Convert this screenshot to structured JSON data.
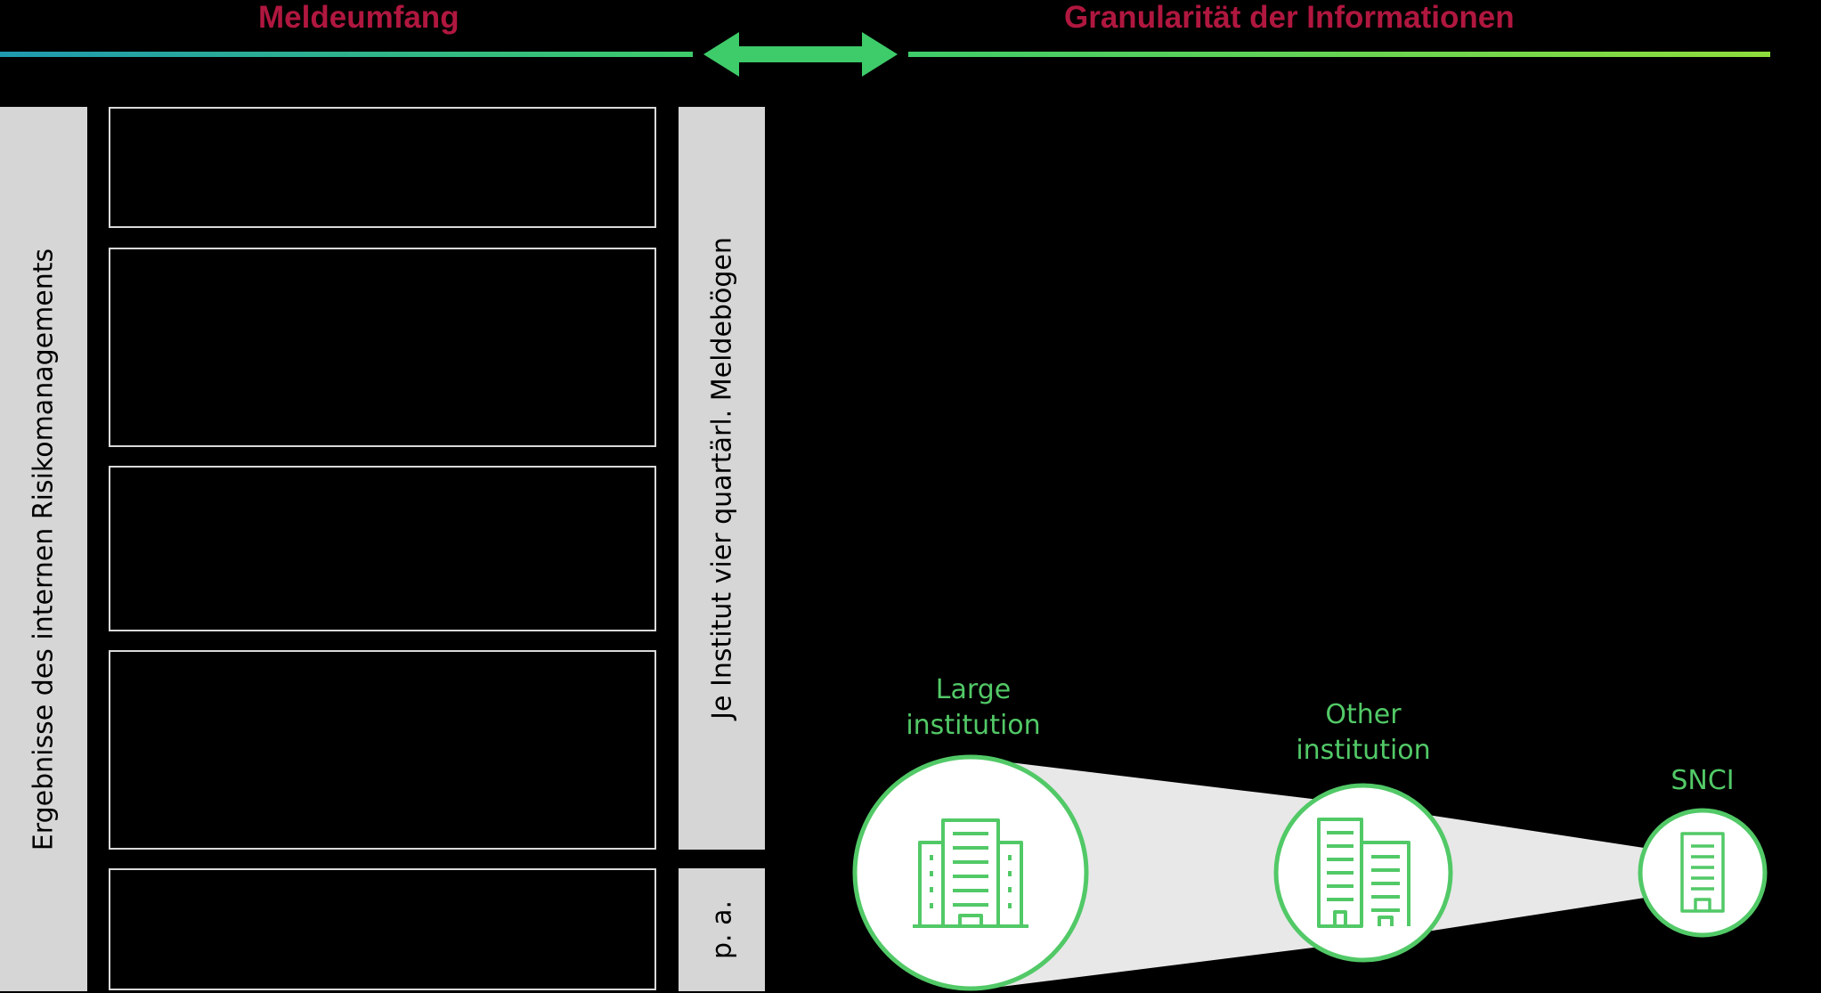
{
  "headings": {
    "left": "Meldeumfang",
    "right": "Granularität der Informationen"
  },
  "left_bar": {
    "label": "Ergebnisse des internen Risikomanagements"
  },
  "right_bar_top": {
    "label": "Je Institut vier quartärl. Meldebögen"
  },
  "right_bar_bottom": {
    "label": "p. a."
  },
  "institutions": [
    {
      "label_line1": "Large",
      "label_line2": "institution",
      "icon": "large-building-icon"
    },
    {
      "label_line1": "Other",
      "label_line2": "institution",
      "icon": "medium-building-icon"
    },
    {
      "label_line1": "SNCI",
      "label_line2": "",
      "icon": "small-building-icon"
    }
  ],
  "colors": {
    "heading": "#b0173f",
    "green": "#52c967",
    "arrow": "#3ecb6a",
    "line_start": "#1f9ab0",
    "line_end": "#8fdc3c",
    "bar": "#d6d6d6",
    "funnel": "#e8e8e8",
    "box_border": "#d9d9d9"
  }
}
